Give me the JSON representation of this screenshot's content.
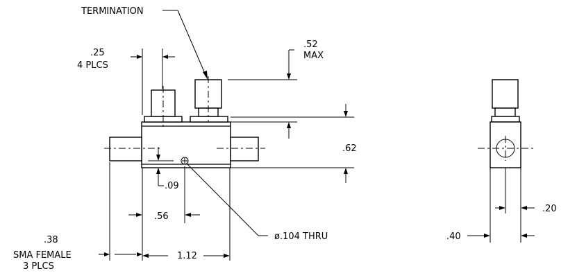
{
  "labels": {
    "termination": "TERMINATION",
    "max_dim": ".52",
    "max_label": "MAX",
    "plcs_dim": ".25",
    "plcs_label": "4 PLCS",
    "height_dim": ".62",
    "offset_dim": ".09",
    "center_dim": ".56",
    "width_dim": "1.12",
    "hole_label": "ø.104 THRU",
    "sma_dim": ".38",
    "sma_label": "SMA FEMALE",
    "sma_count": "3 PLCS",
    "side_width_dim": ".40",
    "side_offset_dim": ".20"
  }
}
